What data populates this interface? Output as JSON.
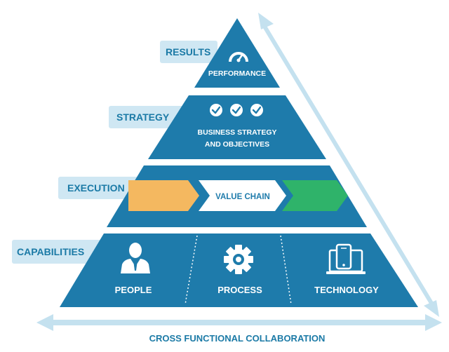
{
  "side_tags": {
    "results": "RESULTS",
    "strategy": "STRATEGY",
    "execution": "EXECUTION",
    "capabilities": "CAPABILITIES"
  },
  "tiers": {
    "performance": {
      "label": "PERFORMANCE",
      "icon": "gauge-icon"
    },
    "strategy": {
      "line1": "BUSINESS STRATEGY",
      "line2": "AND OBJECTIVES",
      "icons": [
        "check-circle-icon",
        "check-circle-icon",
        "check-circle-icon"
      ]
    },
    "execution": {
      "label": "VALUE CHAIN",
      "chevrons": {
        "left": "#f4b860",
        "right": "#2fb36a"
      }
    },
    "capabilities": {
      "people": {
        "label": "PEOPLE",
        "icon": "person-icon"
      },
      "process": {
        "label": "PROCESS",
        "icon": "gear-icon"
      },
      "technology": {
        "label": "TECHNOLOGY",
        "icon": "devices-icon"
      }
    }
  },
  "axis_label": "CROSS FUNCTIONAL COLLABORATION",
  "colors": {
    "pyramid": "#1e7bab",
    "tag_bg": "#cfe7f3",
    "tag_text": "#1b7aa6",
    "arrow": "#c4e1ef"
  }
}
